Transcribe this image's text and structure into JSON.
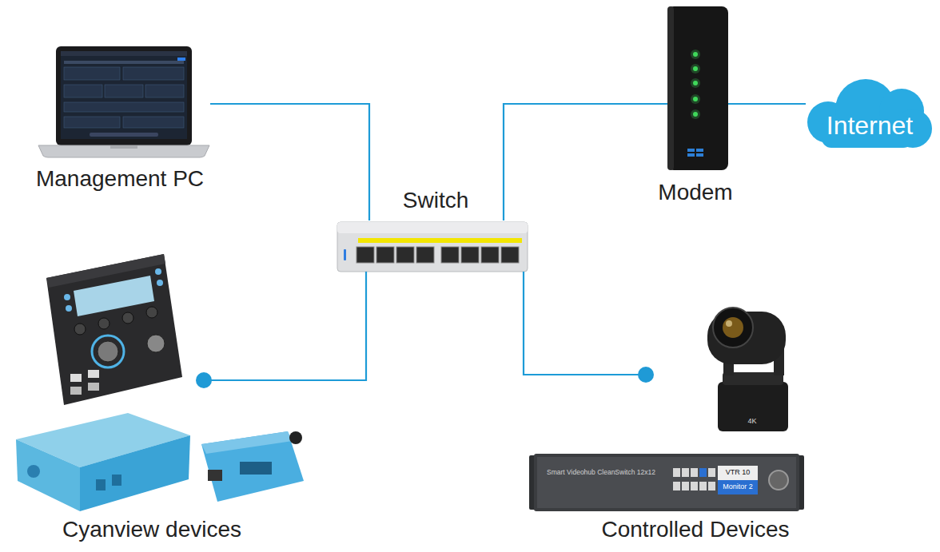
{
  "diagram": {
    "nodes": [
      {
        "text": [
          "Management PC"
        ]
      },
      {
        "text": [
          "Switch"
        ]
      },
      {
        "text": [
          "Modem"
        ]
      },
      {
        "text": [
          "Internet"
        ]
      },
      {
        "text": [
          "Cyanview devices"
        ]
      },
      {
        "text": [
          "Controlled Devices"
        ]
      }
    ],
    "edges": [
      {
        "from": 0,
        "to": 1,
        "arrow": "none"
      },
      {
        "from": 1,
        "to": 2,
        "arrow": "none"
      },
      {
        "from": 2,
        "to": 3,
        "arrow": "none"
      },
      {
        "from": 1,
        "to": 4,
        "arrow": "none"
      },
      {
        "from": 1,
        "to": 5,
        "arrow": "none"
      }
    ],
    "labels": [
      "Smart Videohub CleanSwitch 12x12",
      "VTR 10",
      "Monitor 2",
      "4K"
    ]
  }
}
